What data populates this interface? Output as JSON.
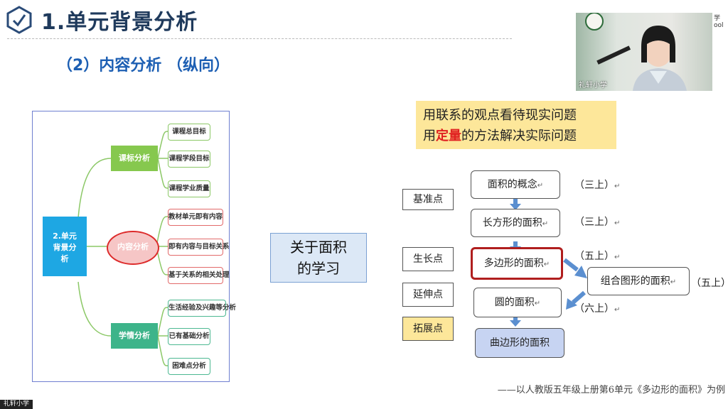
{
  "header": {
    "title": "1.单元背景分析",
    "subtitle": "（2）内容分析  （纵向）"
  },
  "video": {
    "caption": "礼轩小学",
    "side_text": "学 ool"
  },
  "mindmap": {
    "root": "2.单元背景分析",
    "branches": [
      {
        "label": "课标分析",
        "leaves": [
          "课程总目标",
          "课程学段目标",
          "课程学业质量"
        ]
      },
      {
        "label": "内容分析",
        "leaves": [
          "教材单元即有内容",
          "即有内容与目标关系",
          "基于关系的相关处理"
        ]
      },
      {
        "label": "学情分析",
        "leaves": [
          "生活经验及兴趣等分析",
          "已有基础分析",
          "困难点分析"
        ]
      }
    ]
  },
  "center_box": {
    "line1": "关于面积",
    "line2": "的学习"
  },
  "banner": {
    "line1": "用联系的观点看待现实问题",
    "line2_prefix": "用",
    "line2_highlight": "定量",
    "line2_suffix": "的方法解决实际问题"
  },
  "flow": {
    "labels": [
      "基准点",
      "生长点",
      "延伸点",
      "拓展点"
    ],
    "nodes": [
      "面积的概念",
      "长方形的面积",
      "多边形的面积",
      "圆的面积",
      "曲边形的面积",
      "组合图形的面积"
    ],
    "grades": [
      "（三上）",
      "（三上）",
      "（五上）",
      "（六上）",
      "（五上）"
    ],
    "mark": "↵"
  },
  "footer_note": "——以人教版五年级上册第6单元《多边形的面积》为例",
  "bottom_tag": "礼轩小学",
  "colors": {
    "accent_blue": "#1d5fb3",
    "title_navy": "#1f3a5c",
    "highlight_red": "#e02020",
    "banner_yellow": "#fde79a"
  }
}
